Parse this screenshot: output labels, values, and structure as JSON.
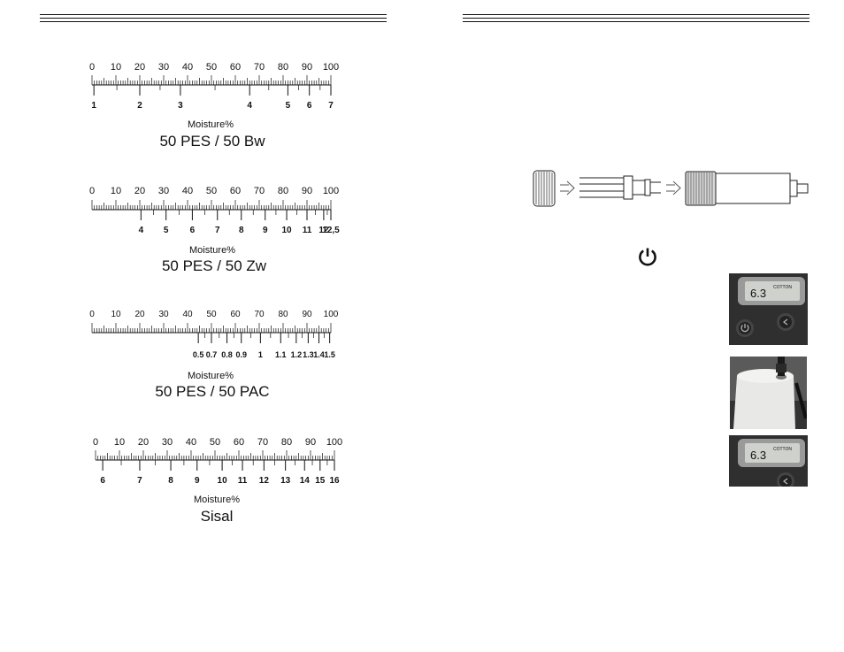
{
  "scales": [
    {
      "top_ticks": [
        "0",
        "10",
        "20",
        "30",
        "40",
        "50",
        "60",
        "70",
        "80",
        "90",
        "100"
      ],
      "bottom_ticks": [
        {
          "label": "1",
          "pos": 0.8
        },
        {
          "label": "2",
          "pos": 20
        },
        {
          "label": "3",
          "pos": 37
        },
        {
          "label": "4",
          "pos": 66
        },
        {
          "label": "5",
          "pos": 82
        },
        {
          "label": "6",
          "pos": 91
        },
        {
          "label": "7",
          "pos": 100
        }
      ],
      "axis_label": "Moisture%",
      "fabric": "50 PES / 50 Bw"
    },
    {
      "top_ticks": [
        "0",
        "10",
        "20",
        "30",
        "40",
        "50",
        "60",
        "70",
        "80",
        "90",
        "100"
      ],
      "bottom_ticks": [
        {
          "label": "4",
          "pos": 20.5
        },
        {
          "label": "5",
          "pos": 31
        },
        {
          "label": "6",
          "pos": 42
        },
        {
          "label": "7",
          "pos": 52.5
        },
        {
          "label": "8",
          "pos": 62.5
        },
        {
          "label": "9",
          "pos": 72.5
        },
        {
          "label": "10",
          "pos": 81.5
        },
        {
          "label": "11",
          "pos": 90
        },
        {
          "label": "12",
          "pos": 97
        },
        {
          "label": "12,5",
          "pos": 100
        }
      ],
      "axis_label": "Moisture%",
      "fabric": "50 PES / 50 Zw"
    },
    {
      "top_ticks": [
        "0",
        "10",
        "20",
        "30",
        "40",
        "50",
        "60",
        "70",
        "80",
        "90",
        "100"
      ],
      "bottom_ticks": [
        {
          "label": "0.5",
          "pos": 44.5
        },
        {
          "label": "0.7",
          "pos": 50
        },
        {
          "label": "0.8",
          "pos": 56.5
        },
        {
          "label": "0.9",
          "pos": 62.5
        },
        {
          "label": "1",
          "pos": 70.5
        },
        {
          "label": "1.1",
          "pos": 79
        },
        {
          "label": "1.2",
          "pos": 85.5
        },
        {
          "label": "1.3",
          "pos": 90.5
        },
        {
          "label": "1.4",
          "pos": 95
        },
        {
          "label": "1.5",
          "pos": 99.5
        }
      ],
      "axis_label": "Moisture%",
      "fabric": "50 PES / 50 PAC"
    },
    {
      "top_ticks": [
        "0",
        "10",
        "20",
        "30",
        "40",
        "50",
        "60",
        "70",
        "80",
        "90",
        "100"
      ],
      "bottom_ticks": [
        {
          "label": "6",
          "pos": 3
        },
        {
          "label": "7",
          "pos": 18.5
        },
        {
          "label": "8",
          "pos": 31.5
        },
        {
          "label": "9",
          "pos": 42.5
        },
        {
          "label": "10",
          "pos": 53
        },
        {
          "label": "11",
          "pos": 61.5
        },
        {
          "label": "12",
          "pos": 70.5
        },
        {
          "label": "13",
          "pos": 79.5
        },
        {
          "label": "14",
          "pos": 87.5
        },
        {
          "label": "15",
          "pos": 94
        },
        {
          "label": "16",
          "pos": 100
        }
      ],
      "axis_label": "Moisture%",
      "fabric": "Sisal"
    }
  ],
  "right_page": {
    "device_screen_text": "COTTON",
    "device_screen_value": "6.3"
  }
}
